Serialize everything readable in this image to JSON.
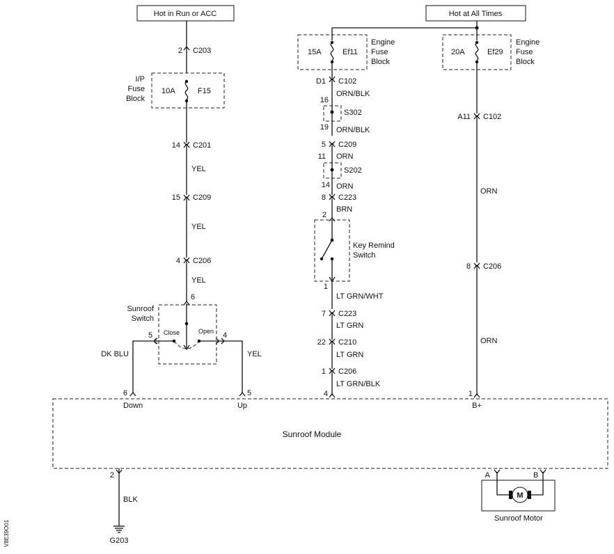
{
  "diagram": {
    "sources": {
      "run_acc": "Hot in Run or ACC",
      "all_times": "Hot at All Times"
    },
    "ip_fuse": {
      "block_label": [
        "I/P",
        "Fuse",
        "Block"
      ],
      "amps": "10A",
      "name": "F15"
    },
    "engine_fuse_1": {
      "block_label": [
        "Engine",
        "Fuse",
        "Block"
      ],
      "amps": "15A",
      "name": "Ef11"
    },
    "engine_fuse_2": {
      "block_label": [
        "Engine",
        "Fuse",
        "Block"
      ],
      "amps": "20A",
      "name": "Ef29"
    },
    "left_circuit": {
      "c203_pin": "2",
      "c203": "C203",
      "c201_pin": "14",
      "c201": "C201",
      "wire1": "YEL",
      "c209_pin": "15",
      "c209": "C209",
      "wire2": "YEL",
      "c206_pin": "4",
      "c206": "C206",
      "wire3": "YEL",
      "switch_pin_top": "6",
      "switch_label": [
        "Sunroof",
        "Switch"
      ],
      "close": "Close",
      "open": "Open",
      "pin_left": "5",
      "pin_right": "4",
      "wire_left": "DK BLU",
      "wire_right": "YEL"
    },
    "middle_circuit": {
      "c102_pin": "D1",
      "c102": "C102",
      "wire_a": "ORN/BLK",
      "s302_pin": "16",
      "s302": "S302",
      "s302_out_pin": "19",
      "wire_b": "ORN/BLK",
      "c209_pin": "5",
      "c209": "C209",
      "s202_in_pin": "11",
      "wire_c": "ORN",
      "s202": "S202",
      "s202_out_pin": "14",
      "wire_d": "ORN",
      "c223_pin": "8",
      "c223": "C223",
      "key_pin_top": "2",
      "wire_e": "BRN",
      "key_label": [
        "Key Remind",
        "Switch"
      ],
      "key_pin_bottom": "1",
      "wire_f": "LT GRN/WHT",
      "c223b_pin": "7",
      "c223b": "C223",
      "wire_g": "LT GRN",
      "c210_pin": "22",
      "c210": "C210",
      "wire_h": "LT GRN",
      "c206_pin": "1",
      "c206": "C206",
      "wire_i": "LT GRN/BLK",
      "module_pin": "4"
    },
    "right_circuit": {
      "c102_pin": "A11",
      "c102": "C102",
      "wire_a": "ORN",
      "c206_pin": "8",
      "c206": "C206",
      "wire_b": "ORN",
      "module_pin": "1"
    },
    "module": {
      "name": "Sunroof Module",
      "pin_down_num": "6",
      "pin_down": "Down",
      "pin_up_num": "5",
      "pin_up": "Up",
      "pin_bplus": "B+",
      "ground_pin": "2"
    },
    "ground": {
      "wire": "BLK",
      "name": "G203"
    },
    "motor": {
      "name": "Sunroof Motor",
      "pin_a": "A",
      "pin_b": "B",
      "symbol": "M"
    },
    "figure_code": "V8E39O01"
  }
}
